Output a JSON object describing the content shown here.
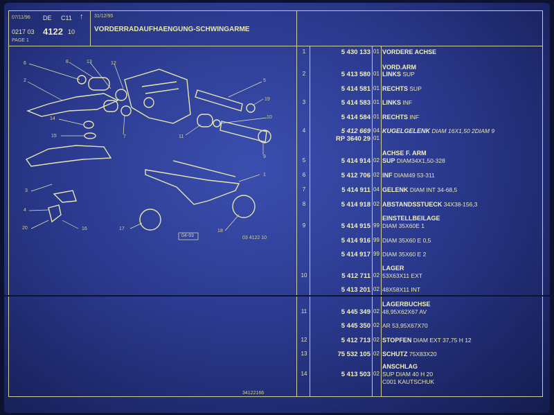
{
  "header": {
    "date_left": "07/11/96",
    "lang": "DE",
    "code": "C11",
    "ref_prefix": "0217 03",
    "ref_main": "4122",
    "ref_suffix": "10",
    "page": "PAGE 1",
    "date_right": "31/12/95",
    "title": "VORDERRADAUFHAENGUNG-SCHWINGARME"
  },
  "diagram": {
    "callouts": [
      "6",
      "8",
      "13",
      "12",
      "5",
      "19",
      "2",
      "7",
      "14",
      "15",
      "10",
      "11",
      "9",
      "4",
      "3",
      "20",
      "16",
      "17",
      "18",
      "1"
    ],
    "box_label": "04-93",
    "drawing_ref": "03 4122 10",
    "footer_ref": "34122166"
  },
  "rows": [
    {
      "pos": "1",
      "part": "5 430 133",
      "qty": "01",
      "group": "VORDERE ACHSE",
      "desc": ""
    },
    {
      "pos": "2",
      "part": "5 413 580",
      "qty": "01",
      "group": "VORD.ARM",
      "desc_b": "LINKS",
      "desc": "SUP"
    },
    {
      "pos": "",
      "part": "5 414 581",
      "qty": "01",
      "desc_b": "RECHTS",
      "desc": "SUP"
    },
    {
      "pos": "3",
      "part": "5 414 583",
      "qty": "01",
      "desc_b": "LINKS",
      "desc": "INF"
    },
    {
      "pos": "",
      "part": "5 414 584",
      "qty": "01",
      "desc_b": "RECHTS",
      "desc": "INF"
    },
    {
      "pos": "4",
      "part": "5 412 669",
      "qty": "04",
      "desc_b": "KUGELGELENK",
      "desc": "DIAM 16X1,50 2DIAM 9",
      "italic": true
    },
    {
      "pos": "",
      "part": "RP 3640 29",
      "qty": "01",
      "desc": ""
    },
    {
      "pos": "5",
      "part": "5 414 914",
      "qty": "02",
      "group": "ACHSE F. ARM",
      "desc_b": "SUP",
      "desc": "DIAM34X1,50-328"
    },
    {
      "pos": "6",
      "part": "5 412 706",
      "qty": "02",
      "desc_b": "INF",
      "desc": "DIAM49 53-311"
    },
    {
      "pos": "7",
      "part": "5 414 911",
      "qty": "04",
      "desc_b": "GELENK",
      "desc": "DIAM INT 34-68,5"
    },
    {
      "pos": "8",
      "part": "5 414 918",
      "qty": "02",
      "desc_b": "ABSTANDSSTUECK",
      "desc": "34X38-156,3"
    },
    {
      "pos": "9",
      "part": "5 414 915",
      "qty": "99",
      "group": "EINSTELLBEILAGE",
      "desc": "DIAM 35X60E 1"
    },
    {
      "pos": "",
      "part": "5 414 916",
      "qty": "99",
      "desc": "DIAM 35X60 E 0,5"
    },
    {
      "pos": "",
      "part": "5 414 917",
      "qty": "99",
      "desc": "DIAM 35X60 E 2"
    },
    {
      "pos": "10",
      "part": "5 412 711",
      "qty": "02",
      "group": "LAGER",
      "desc": "53X63X11 EXT"
    },
    {
      "pos": "",
      "part": "5 413 201",
      "qty": "02",
      "desc": "48X58X11 INT"
    },
    {
      "pos": "11",
      "part": "5 445 349",
      "qty": "02",
      "group": "LAGERBUCHSE",
      "desc": "48,95X62X67 AV"
    },
    {
      "pos": "",
      "part": "5 445 350",
      "qty": "02",
      "desc": "AR 53,95X67X70"
    },
    {
      "pos": "12",
      "part": "5 412 713",
      "qty": "02",
      "desc_b": "STOPFEN",
      "desc": "DIAM EXT 37,75 H 12"
    },
    {
      "pos": "13",
      "part": "75 532 105",
      "qty": "02",
      "desc_b": "SCHUTZ",
      "desc": "75X83X20"
    },
    {
      "pos": "14",
      "part": "5 413 503",
      "qty": "02",
      "group": "ANSCHLAG",
      "desc": "SUP DIAM 40 H 20",
      "desc2": "C001 KAUTSCHUK"
    }
  ]
}
